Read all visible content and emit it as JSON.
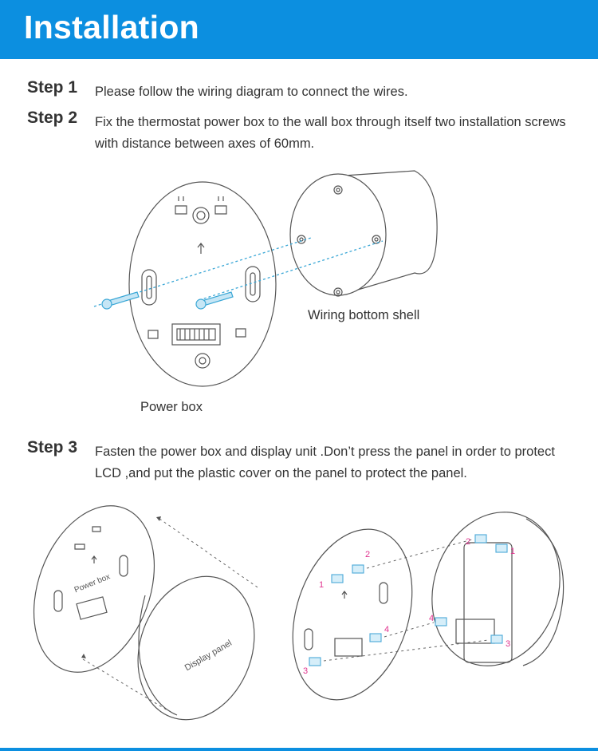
{
  "header": {
    "title": "Installation"
  },
  "steps": [
    {
      "label": "Step 1",
      "text": "Please follow the wiring diagram to connect the wires."
    },
    {
      "label": "Step 2",
      "text": "Fix the thermostat power box to the wall box through itself two installation screws with distance between axes of 60mm."
    },
    {
      "label": "Step 3",
      "text": "Fasten the power box and display unit .Don’t press the panel in order to protect LCD ,and put the plastic cover on the panel to protect the panel."
    }
  ],
  "figure1": {
    "wiring_label": "Wiring bottom shell",
    "power_label": "Power box"
  },
  "figure2": {
    "power_label": "Power box",
    "display_label": "Display panel",
    "numbers": [
      "1",
      "2",
      "3",
      "4"
    ],
    "accent_color": "#e0348f",
    "clip_color": "#4aa8d8"
  }
}
